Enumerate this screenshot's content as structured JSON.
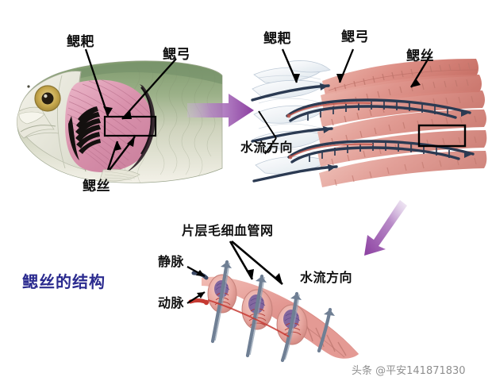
{
  "figure": {
    "title": "鳃丝的结构",
    "title_color": "#2b2b8f",
    "background": "#ffffff",
    "watermark": "头条 @平安141871830",
    "accent_arrow_color": "#8e3fa0"
  },
  "panels": {
    "fish_head": {
      "name": "鱼头剖面",
      "labels": [
        {
          "id": "gill-raker",
          "text": "鳃耙"
        },
        {
          "id": "gill-arch",
          "text": "鳃弓"
        },
        {
          "id": "gill-filament",
          "text": "鳃丝"
        }
      ],
      "colors": {
        "body_top": "#8ea47e",
        "body_bottom": "#eceadf",
        "gill": "#dd9ab2",
        "eye_iris": "#c9ab4e",
        "eye_pupil": "#241c10",
        "highlight_box": "#000000"
      }
    },
    "gill_arch": {
      "name": "鳃弓放大",
      "labels": [
        {
          "id": "gill-raker",
          "text": "鳃耙"
        },
        {
          "id": "gill-arch",
          "text": "鳃弓"
        },
        {
          "id": "gill-filament",
          "text": "鳃丝"
        },
        {
          "id": "water-flow",
          "text": "水流方向"
        }
      ],
      "colors": {
        "filament": "#dd8f86",
        "filament_dark": "#c4726a",
        "vessel": "#2b3a52",
        "raker": "#e4eaf0",
        "highlight_box": "#000000"
      }
    },
    "lamella": {
      "name": "鳃丝片层放大",
      "labels": [
        {
          "id": "capillary-network",
          "text": "片层毛细血管网"
        },
        {
          "id": "vein",
          "text": "静脉"
        },
        {
          "id": "artery",
          "text": "动脉"
        },
        {
          "id": "water-flow",
          "text": "水流方向"
        }
      ],
      "colors": {
        "filament": "#e49a94",
        "lamella": "#e8a9a2",
        "capillary": "#7a5f9e",
        "artery": "#c63a32",
        "vein": "#3c4a66",
        "water_arrow": "#6f7f94"
      }
    }
  },
  "flow_arrows": [
    {
      "id": "fish-to-arch",
      "direction": "right"
    },
    {
      "id": "arch-to-lamella",
      "direction": "down-left"
    }
  ]
}
